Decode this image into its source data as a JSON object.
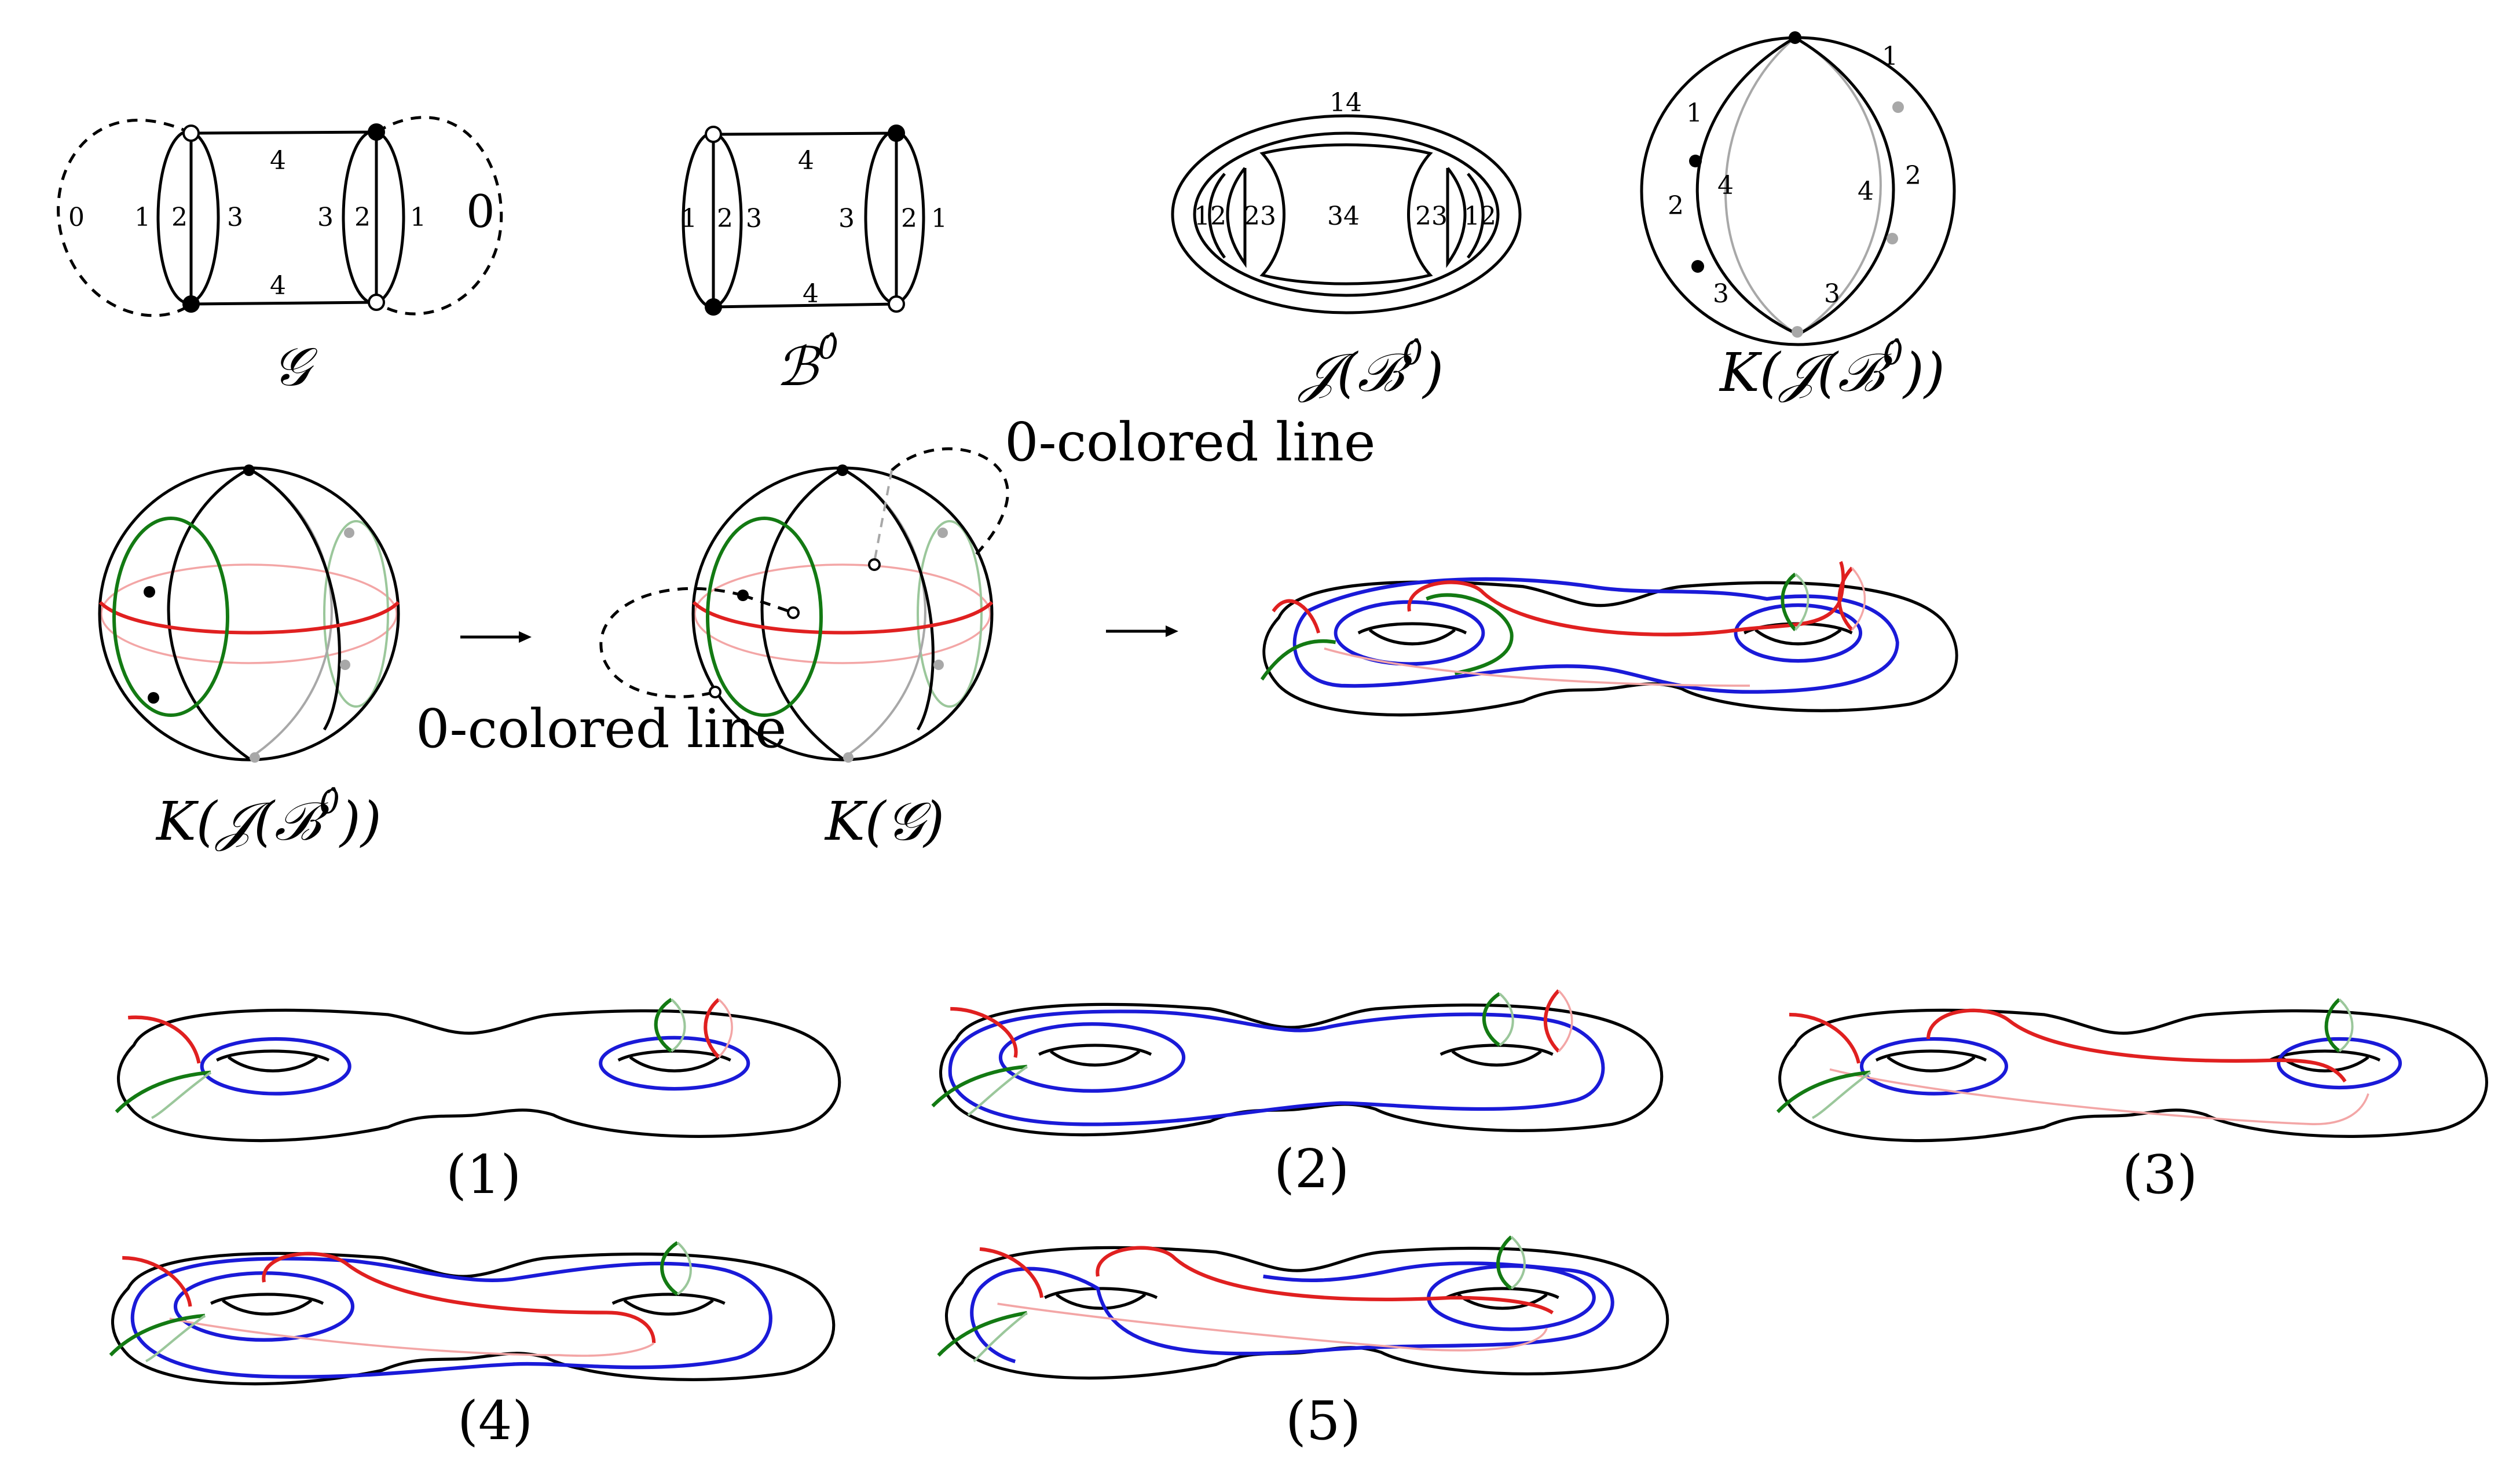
{
  "figure": {
    "top_row": {
      "G": {
        "caption": "𝒢",
        "edge_labels": [
          "0",
          "1",
          "2",
          "3",
          "4",
          "4",
          "3",
          "2",
          "1",
          "0"
        ]
      },
      "B0": {
        "caption": "ℬ",
        "caption_sup": "0̂",
        "edge_labels": [
          "1",
          "2",
          "3",
          "4",
          "4",
          "3",
          "2",
          "1"
        ]
      },
      "JB0": {
        "caption": "𝒥(ℬ",
        "caption_sup": "0̂",
        "caption_end": ")",
        "region_labels": [
          "14",
          "12",
          "23",
          "34",
          "23",
          "12"
        ]
      },
      "KJB0": {
        "caption": "K(𝒥(ℬ",
        "caption_sup": "0̂",
        "caption_end": "))",
        "edge_labels": [
          "1",
          "1",
          "2",
          "4",
          "4",
          "2",
          "3",
          "3"
        ]
      }
    },
    "middle_row": {
      "sphere1_caption": "K(𝒥(ℬ",
      "sphere1_caption_sup": "0̂",
      "sphere1_caption_end": "))",
      "sphere2_caption": "K(𝒢)",
      "annotation_top": "0-colored line",
      "annotation_bottom": "0-colored line",
      "arrow_symbol": "→"
    },
    "bottom_row": {
      "panel_labels": [
        "(1)",
        "(2)",
        "(3)",
        "(4)",
        "(5)"
      ]
    }
  }
}
